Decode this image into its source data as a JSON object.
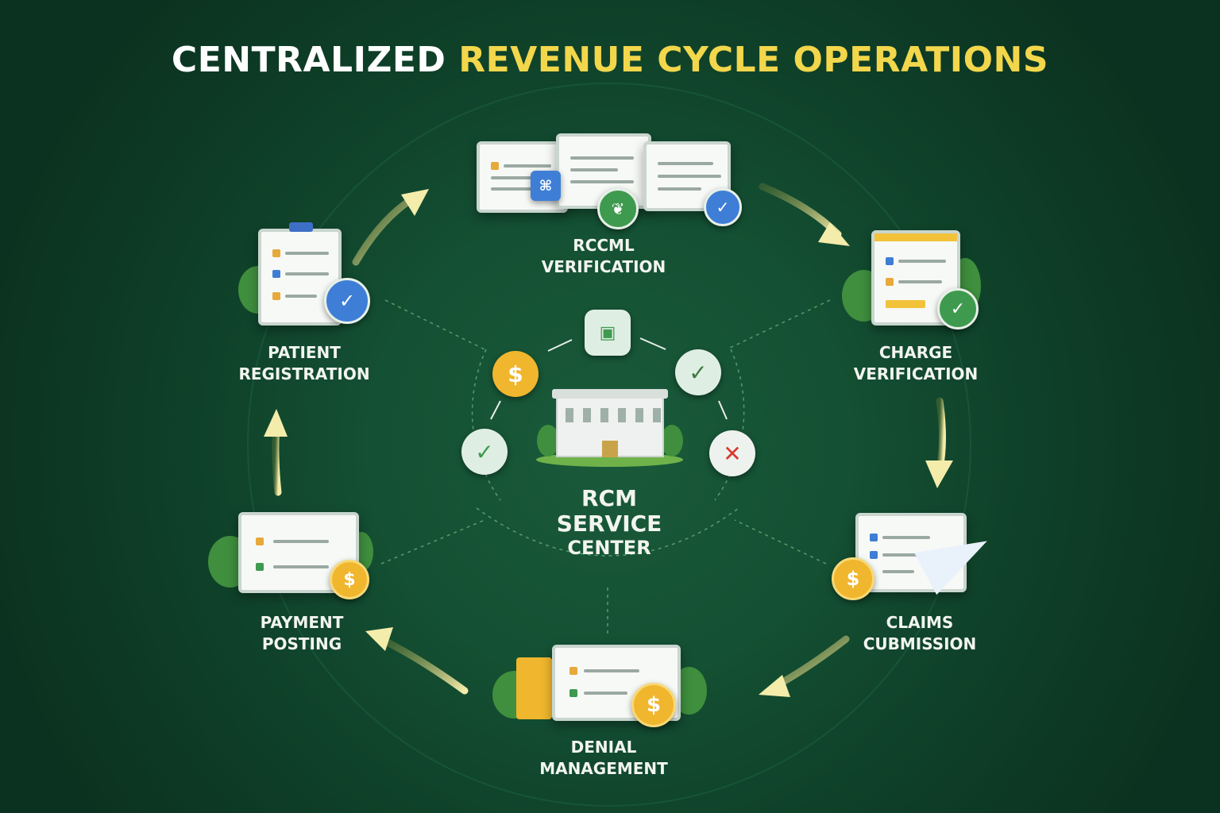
{
  "title": {
    "part1": "CENTRALIZED",
    "part2": "REVENUE CYCLE OPERATIONS"
  },
  "center": {
    "line1": "RCM",
    "line2": "SERVICE",
    "line3": "CENTER"
  },
  "stages": [
    {
      "id": "rccml",
      "line1": "RCCML",
      "line2": "VERIFICATION"
    },
    {
      "id": "charge",
      "line1": "CHARGE",
      "line2": "VERIFICATION"
    },
    {
      "id": "claims",
      "line1": "CLAIMS",
      "line2": "CUBMISSION"
    },
    {
      "id": "denial",
      "line1": "DENIAL",
      "line2": "MANAGEMENT"
    },
    {
      "id": "payment",
      "line1": "PAYMENT",
      "line2": "POSTING"
    },
    {
      "id": "patient",
      "line1": "PATIENT",
      "line2": "REGISTRATION"
    }
  ],
  "icons": {
    "dollar": "$",
    "check": "✓",
    "cross": "✕"
  },
  "colors": {
    "background": "#0f4129",
    "accent": "#f2d64b",
    "text": "#f2f5ee"
  }
}
